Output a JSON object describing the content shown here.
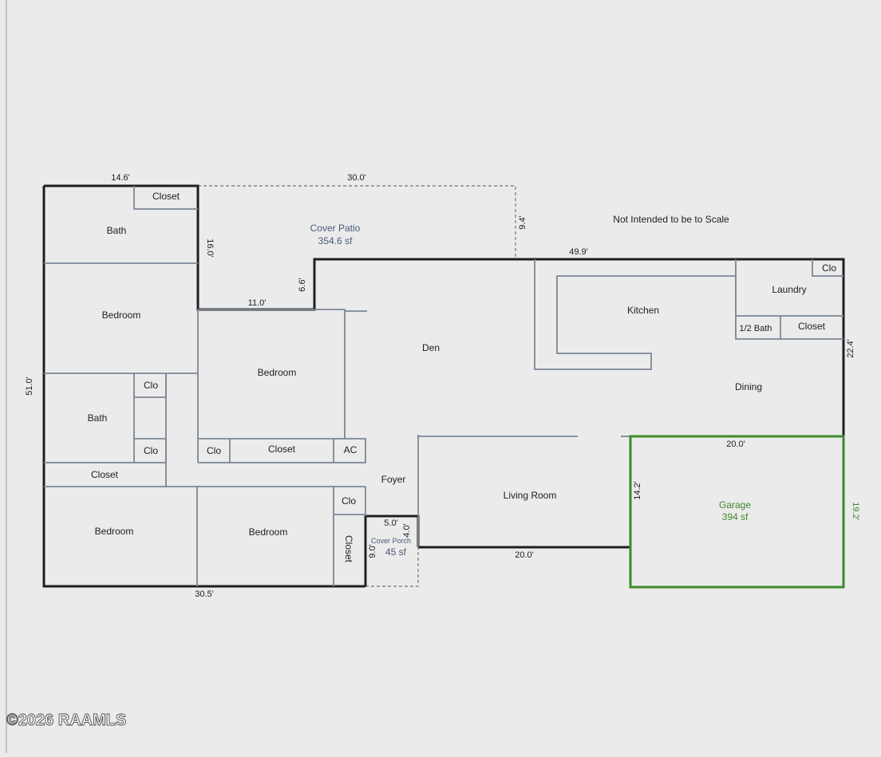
{
  "note": "Not Intended to be to Scale",
  "copyright": "©2026 RAAMLS",
  "colors": {
    "background": "#ebebeb",
    "wall": "#1f1f1f",
    "interior": "#7d8796",
    "garage": "#3e8a2c",
    "patio_text": "#4a5a7a"
  },
  "rooms": {
    "bath_top": "Bath",
    "closet_top": "Closet",
    "bedroom_nw": "Bedroom",
    "bath_mid": "Bath",
    "clo_bath1": "Clo",
    "clo_bath2": "Clo",
    "closet_left": "Closet",
    "bedroom_sw": "Bedroom",
    "bedroom_center": "Bedroom",
    "clo_center": "Clo",
    "closet_center": "Closet",
    "ac": "AC",
    "bedroom_s": "Bedroom",
    "clo_s": "Clo",
    "closet_vertical": "Closet",
    "den": "Den",
    "foyer": "Foyer",
    "living": "Living Room",
    "kitchen": "Kitchen",
    "laundry": "Laundry",
    "clo_laundry": "Clo",
    "half_bath": "1/2 Bath",
    "closet_laundry": "Closet",
    "dining": "Dining",
    "garage": "Garage",
    "garage_area": "394 sf",
    "cover_patio": "Cover Patio",
    "cover_patio_area": "354.6 sf",
    "cover_porch": "Cover Porch",
    "cover_porch_area": "45 sf"
  },
  "dimensions": {
    "top_left": "14.6'",
    "patio_top": "30.0'",
    "patio_right": "9.4'",
    "top_right": "49.9'",
    "patio_left": "16.0'",
    "patio_step": "6.6'",
    "patio_bottom": "11.0'",
    "left": "51.0'",
    "right": "22.4'",
    "garage_top": "20.0'",
    "garage_left": "14.2'",
    "garage_right": "19.2'",
    "porch_top": "5.0'",
    "porch_right": "4.0'",
    "porch_left": "9.0'",
    "front": "20.0'",
    "bottom": "30.5'"
  }
}
